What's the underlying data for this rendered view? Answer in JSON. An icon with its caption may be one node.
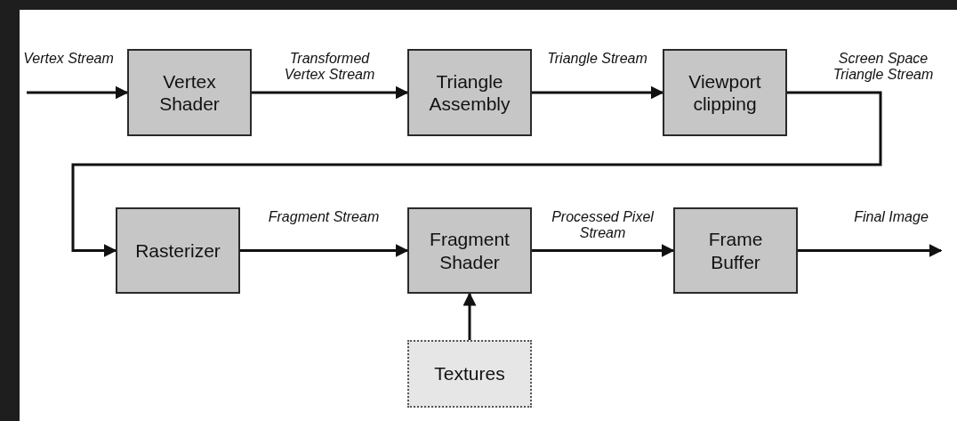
{
  "diagram": {
    "nodes": [
      {
        "text": [
          "Vertex Shader"
        ]
      },
      {
        "text": [
          "Triangle Assembly"
        ]
      },
      {
        "text": [
          "Viewport clipping"
        ]
      },
      {
        "text": [
          "Rasterizer"
        ]
      },
      {
        "text": [
          "Fragment Shader"
        ]
      },
      {
        "text": [
          "Frame Buffer"
        ]
      },
      {
        "text": [
          "Textures"
        ]
      }
    ],
    "edges": [
      {
        "from": null,
        "to": 0,
        "arrow": "to",
        "label": "Vertex Stream"
      },
      {
        "from": 0,
        "to": 1,
        "arrow": "to",
        "label": "Transformed Vertex Stream"
      },
      {
        "from": 1,
        "to": 2,
        "arrow": "to",
        "label": "Triangle Stream"
      },
      {
        "from": 2,
        "to": 3,
        "arrow": "to",
        "label": "Screen Space Triangle Stream"
      },
      {
        "from": 3,
        "to": 4,
        "arrow": "to",
        "label": "Fragment Stream"
      },
      {
        "from": 4,
        "to": 5,
        "arrow": "to",
        "label": "Processed Pixel Stream"
      },
      {
        "from": 5,
        "to": null,
        "arrow": "to",
        "label": "Final Image"
      },
      {
        "from": 6,
        "to": 4,
        "arrow": "to"
      }
    ]
  }
}
